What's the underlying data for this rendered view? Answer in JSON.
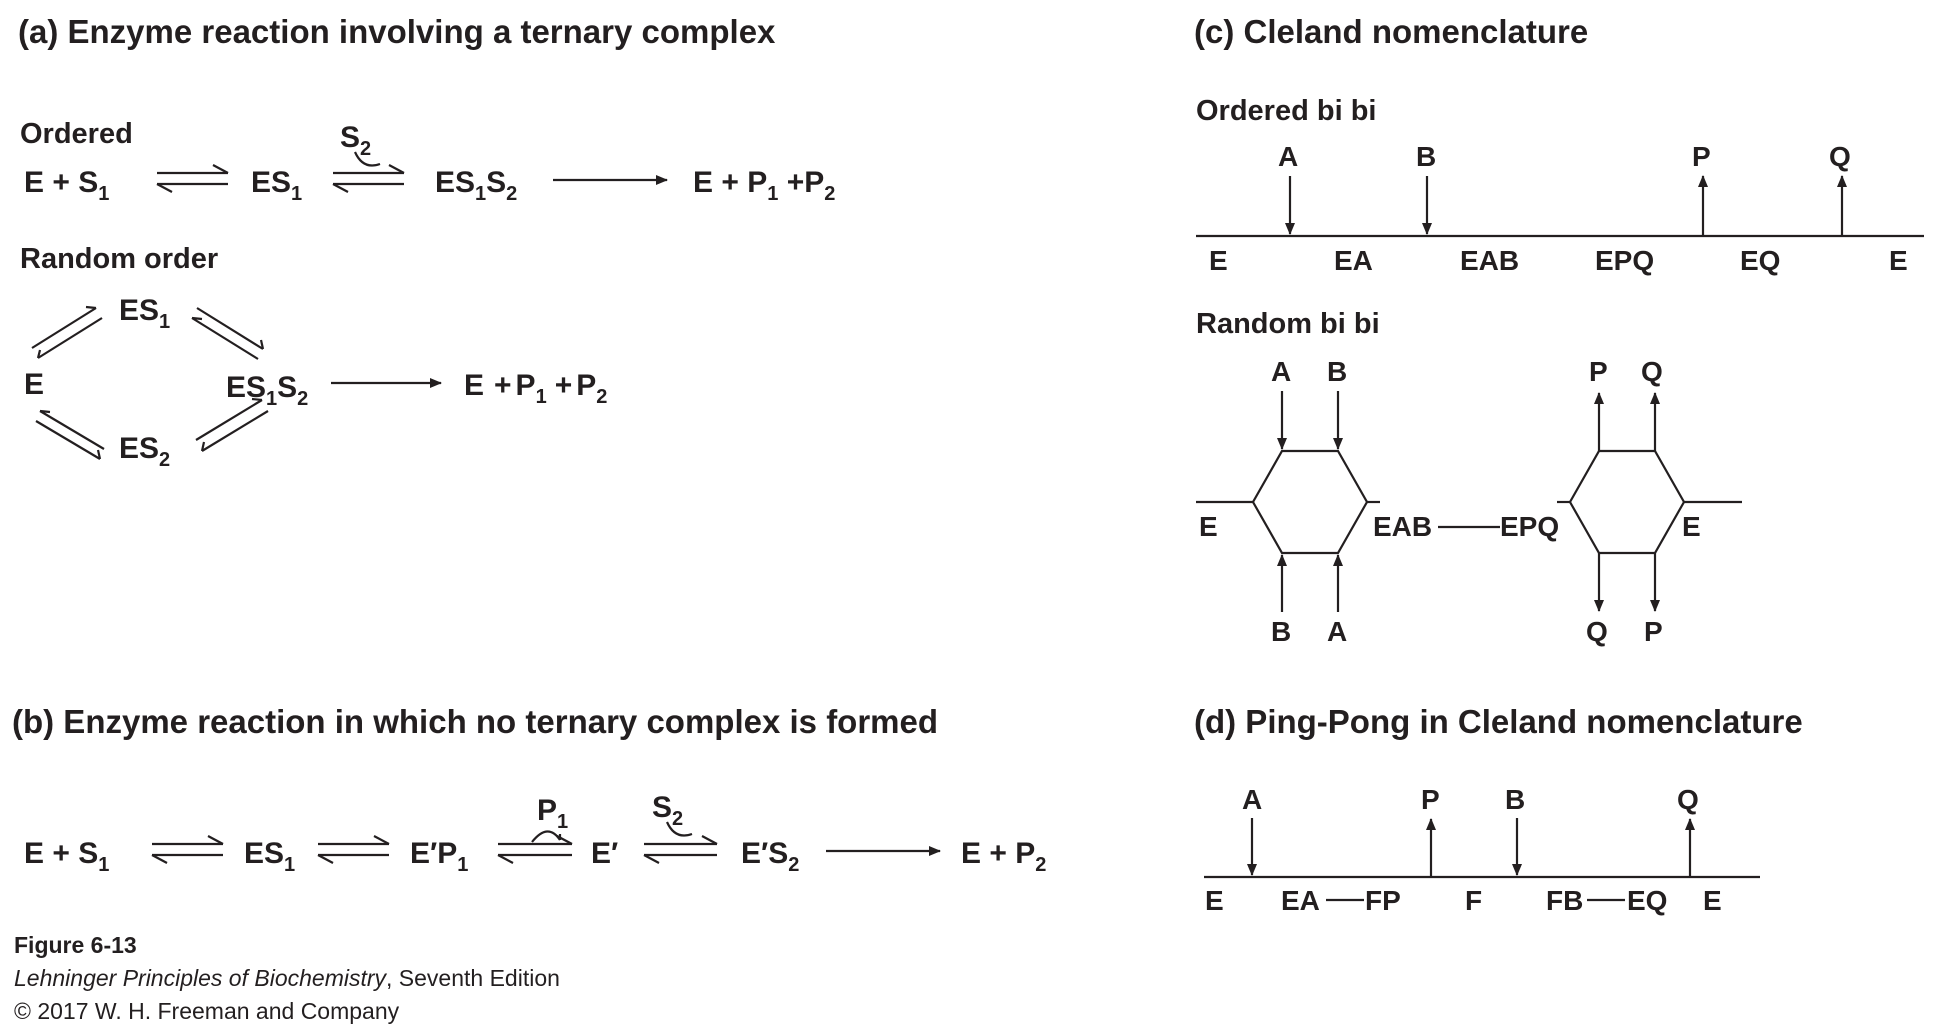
{
  "panels": {
    "a": {
      "title": "(a) Enzyme reaction involving a ternary complex",
      "ordered_label": "Ordered",
      "random_label": "Random order",
      "species": {
        "E": "E",
        "plus": "+",
        "S": "S",
        "ES": "ES",
        "P": "P",
        "sub1": "1",
        "sub2": "2"
      }
    },
    "b": {
      "title": "(b) Enzyme reaction in which no ternary complex is formed",
      "species": {
        "Eprime": "E′",
        "EprimeP": "E′P",
        "EprimeS": "E′S"
      }
    },
    "c": {
      "title": "(c) Cleland nomenclature",
      "ordered_label": "Ordered bi bi",
      "random_label": "Random bi bi",
      "ordered_substrates": [
        "A",
        "B"
      ],
      "ordered_products": [
        "P",
        "Q"
      ],
      "ordered_states": [
        "E",
        "EA",
        "EAB",
        "EPQ",
        "EQ",
        "E"
      ],
      "random_top": [
        "A",
        "B",
        "P",
        "Q"
      ],
      "random_bottom": [
        "B",
        "A",
        "Q",
        "P"
      ],
      "random_states": [
        "E",
        "EAB",
        "EPQ",
        "E"
      ]
    },
    "d": {
      "title": "(d) Ping-Pong in Cleland nomenclature",
      "markers": [
        "A",
        "P",
        "B",
        "Q"
      ],
      "states": [
        "E",
        "EA",
        "FP",
        "F",
        "FB",
        "EQ",
        "E"
      ]
    }
  },
  "caption": {
    "figure": "Figure 6-13",
    "book": "Lehninger Principles of Biochemistry",
    "edition": ", Seventh Edition",
    "copyright": "© 2017 W. H. Freeman and Company"
  }
}
